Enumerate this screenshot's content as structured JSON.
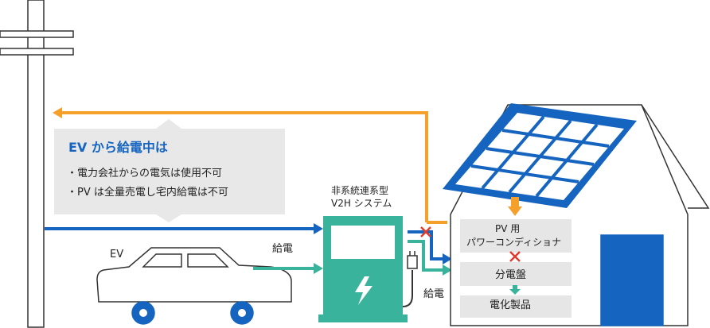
{
  "info_box": {
    "title": "EV から給電中は",
    "notes": [
      "・電力会社からの電気は使用不可",
      "・PV は全量売電し宅内給電は不可"
    ]
  },
  "charger": {
    "label_line1": "非系統連系型",
    "label_line2": "V2H システム"
  },
  "ev_label": "EV",
  "power_feed_label": "給電",
  "power_feed_label_2": "給電",
  "house": {
    "power_conditioner_line1": "PV 用",
    "power_conditioner_line2": "パワーコンディショナ",
    "distribution_panel": "分電盤",
    "appliances": "電化製品"
  },
  "colors": {
    "blue_line": "#1565c0",
    "orange_line": "#f5a02a",
    "green_line": "#3ab39c",
    "cross_red": "#e23b2e",
    "gray_box": "#e6e6e6",
    "solar_blue": "#1565c0"
  }
}
